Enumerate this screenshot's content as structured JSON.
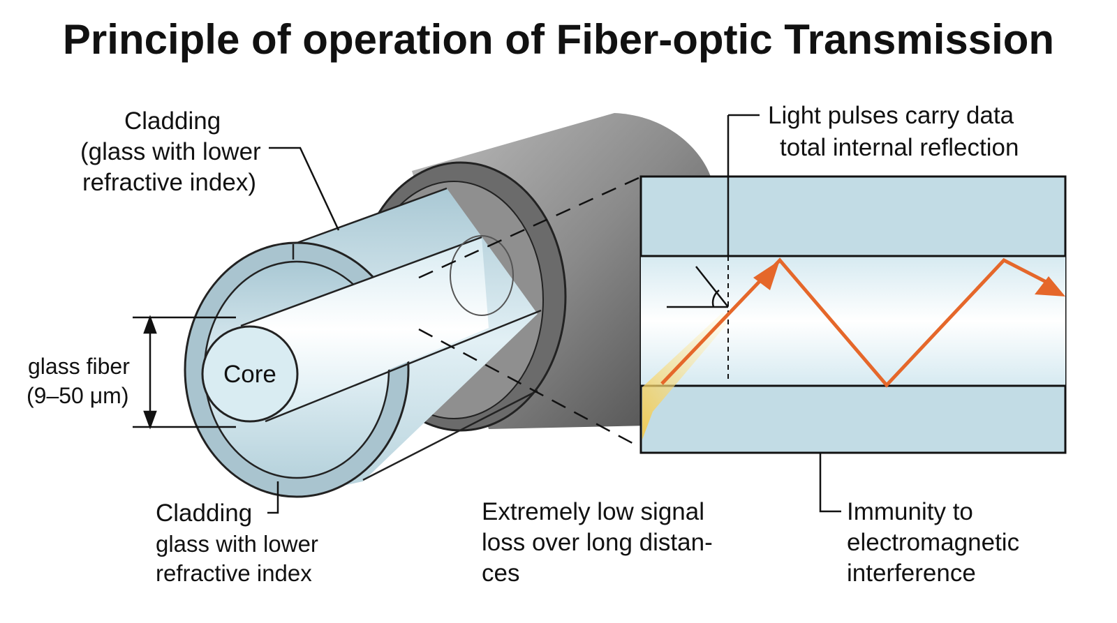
{
  "title": "Principle of operation of Fiber-optic Transmission",
  "labels": {
    "cladding_top": [
      "Cladding",
      "(glass with lower",
      "refractive index)"
    ],
    "glass_fiber": [
      "glass fiber",
      "(9–50 μm)"
    ],
    "core": "Core",
    "cladding_bottom": [
      "Cladding",
      "glass with lower",
      "refractive index"
    ],
    "light_pulses": [
      "Light pulses carry data",
      "total internal reflection"
    ],
    "low_loss": [
      "Extremely low signal",
      "loss over long distan-",
      "ces"
    ],
    "immunity": [
      "Immunity to",
      "electromagnetic",
      "interference"
    ]
  },
  "colors": {
    "cladding": "#c2dce5",
    "jacket": "#7a7a7a",
    "light_ray": "#e5672a",
    "light_cone": "#f5c842"
  }
}
